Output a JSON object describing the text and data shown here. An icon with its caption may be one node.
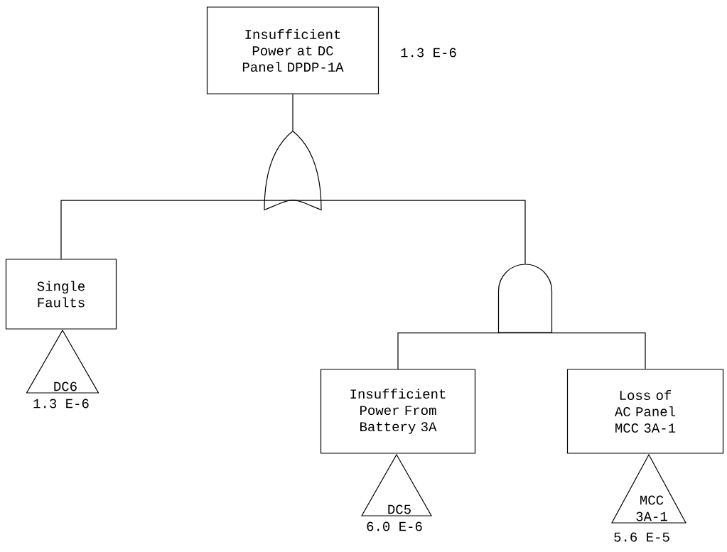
{
  "diagram": {
    "nodes": [
      {
        "text": [
          "Insufficient Power at DC Panel DPDP-1A"
        ],
        "beside": [
          "1.3 E-6"
        ]
      },
      {
        "text": [],
        "shape": "arch"
      },
      {
        "text": [
          "Single Faults"
        ]
      },
      {
        "text": [],
        "shape": "dome"
      },
      {
        "text": [
          "Insufficient Power From Battery 3A"
        ]
      },
      {
        "text": [
          "Loss of AC Panel MCC 3A-1"
        ]
      },
      {
        "text": [
          "DC6"
        ],
        "beside": [
          "1.3 E-6"
        ]
      },
      {
        "text": [
          "DC5"
        ],
        "beside": [
          "6.0 E-6"
        ]
      },
      {
        "text": [
          "MCC 3A-1"
        ],
        "beside": [
          "5.6 E-5"
        ]
      }
    ],
    "edges": [
      {
        "from": 0,
        "to": 1,
        "arrow": "none"
      },
      {
        "from": 1,
        "to": 2,
        "arrow": "none"
      },
      {
        "from": 1,
        "to": 3,
        "arrow": "none"
      },
      {
        "from": 3,
        "to": 4,
        "arrow": "none"
      },
      {
        "from": 3,
        "to": 5,
        "arrow": "none"
      }
    ]
  }
}
